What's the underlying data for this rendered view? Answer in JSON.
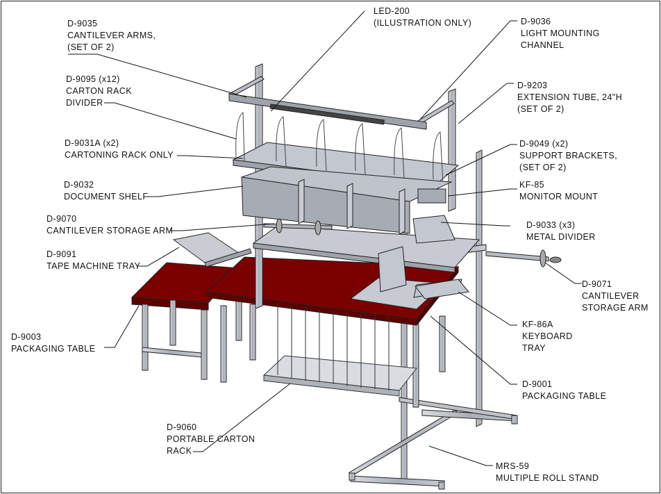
{
  "callouts": [
    {
      "id": "d9035",
      "lines": [
        "D-9035",
        "CANTILEVER ARMS,",
        "(SET OF 2)"
      ]
    },
    {
      "id": "led200",
      "lines": [
        "LED-200",
        "(ILLUSTRATION ONLY)"
      ]
    },
    {
      "id": "d9036",
      "lines": [
        "D-9036",
        "LIGHT MOUNTING",
        "CHANNEL"
      ]
    },
    {
      "id": "d9095",
      "lines": [
        "D-9095 (x12)",
        "CARTON RACK",
        "DIVIDER"
      ]
    },
    {
      "id": "d9203",
      "lines": [
        "D-9203",
        "EXTENSION TUBE, 24\"H",
        "(SET OF 2)"
      ]
    },
    {
      "id": "d9031a",
      "lines": [
        "D-9031A (x2)",
        "CARTONING RACK ONLY"
      ]
    },
    {
      "id": "d9049",
      "lines": [
        "D-9049 (x2)",
        "SUPPORT BRACKETS,",
        "(SET OF 2)"
      ]
    },
    {
      "id": "d9032",
      "lines": [
        "D-9032",
        "DOCUMENT SHELF"
      ]
    },
    {
      "id": "kf85",
      "lines": [
        "KF-85",
        "MONITOR MOUNT"
      ]
    },
    {
      "id": "d9070",
      "lines": [
        "D-9070",
        "CANTILEVER STORAGE ARM"
      ]
    },
    {
      "id": "d9033",
      "lines": [
        "D-9033 (x3)",
        "METAL DIVIDER"
      ]
    },
    {
      "id": "d9091",
      "lines": [
        "D-9091",
        "TAPE MACHINE TRAY"
      ]
    },
    {
      "id": "d9071",
      "lines": [
        "D-9071",
        "CANTILEVER",
        "STORAGE ARM"
      ]
    },
    {
      "id": "d9003",
      "lines": [
        "D-9003",
        "PACKAGING TABLE"
      ]
    },
    {
      "id": "kf86a",
      "lines": [
        "KF-86A",
        "KEYBOARD",
        "TRAY"
      ]
    },
    {
      "id": "d9001",
      "lines": [
        "D-9001",
        "PACKAGING TABLE"
      ]
    },
    {
      "id": "d9060",
      "lines": [
        "D-9060",
        "PORTABLE CARTON",
        "RACK"
      ]
    },
    {
      "id": "mrs59",
      "lines": [
        "MRS-59",
        "MULTIPLE ROLL STAND"
      ]
    }
  ],
  "colors": {
    "tabletop": "#7a0000",
    "frame": "#9aa0a8",
    "shelf": "#c3c7cf",
    "line": "#111111"
  }
}
